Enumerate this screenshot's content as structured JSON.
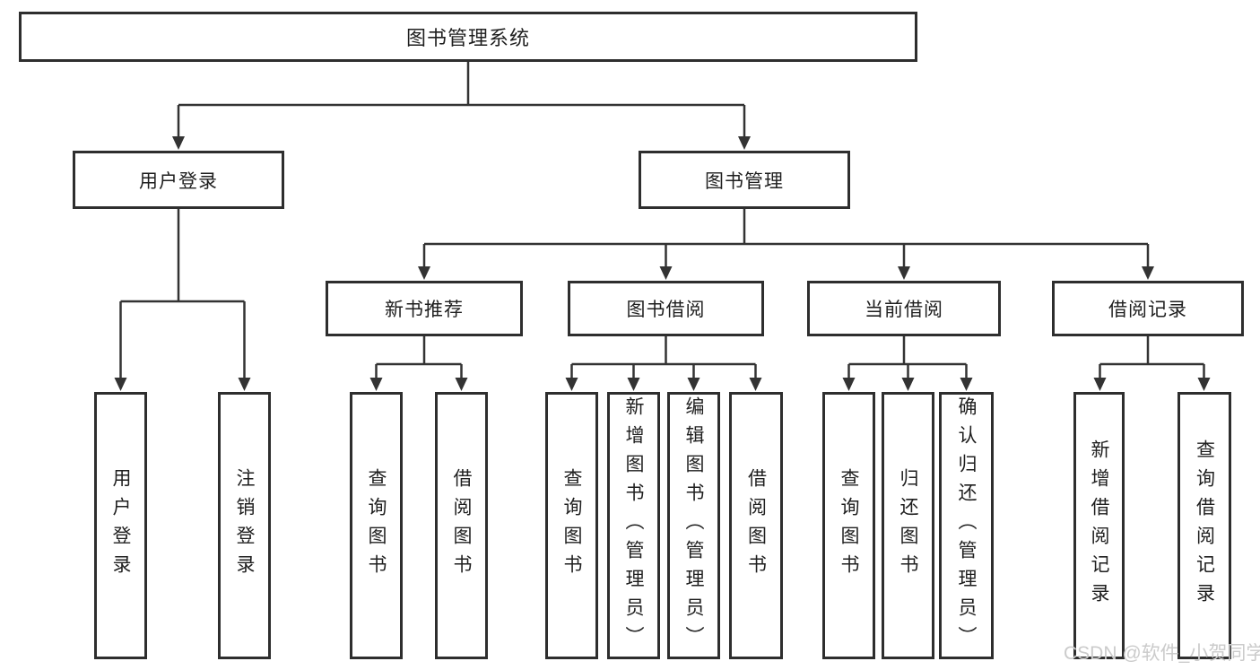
{
  "tree": {
    "root": {
      "label": "图书管理系统",
      "children": [
        {
          "label": "用户登录",
          "children": [
            {
              "label": "用户登录"
            },
            {
              "label": "注销登录"
            }
          ]
        },
        {
          "label": "图书管理",
          "children": [
            {
              "label": "新书推荐",
              "children": [
                {
                  "label": "查询图书"
                },
                {
                  "label": "借阅图书"
                }
              ]
            },
            {
              "label": "图书借阅",
              "children": [
                {
                  "label": "查询图书"
                },
                {
                  "label": "新增图书（管理员）"
                },
                {
                  "label": "编辑图书（管理员）"
                },
                {
                  "label": "借阅图书"
                }
              ]
            },
            {
              "label": "当前借阅",
              "children": [
                {
                  "label": "查询图书"
                },
                {
                  "label": "归还图书"
                },
                {
                  "label": "确认归还（管理员）"
                }
              ]
            },
            {
              "label": "借阅记录",
              "children": [
                {
                  "label": "新增借阅记录"
                },
                {
                  "label": "查询借阅记录"
                }
              ]
            }
          ]
        }
      ]
    }
  },
  "watermark": {
    "text": "CSDN @软件_小贺同学"
  },
  "theme": {
    "line_color": "#333333",
    "box_border_color": "#2e2e2e",
    "text_color": "#1f1f1f",
    "watermark_color": "#cbcbcb",
    "bg_color": "#ffffff"
  }
}
